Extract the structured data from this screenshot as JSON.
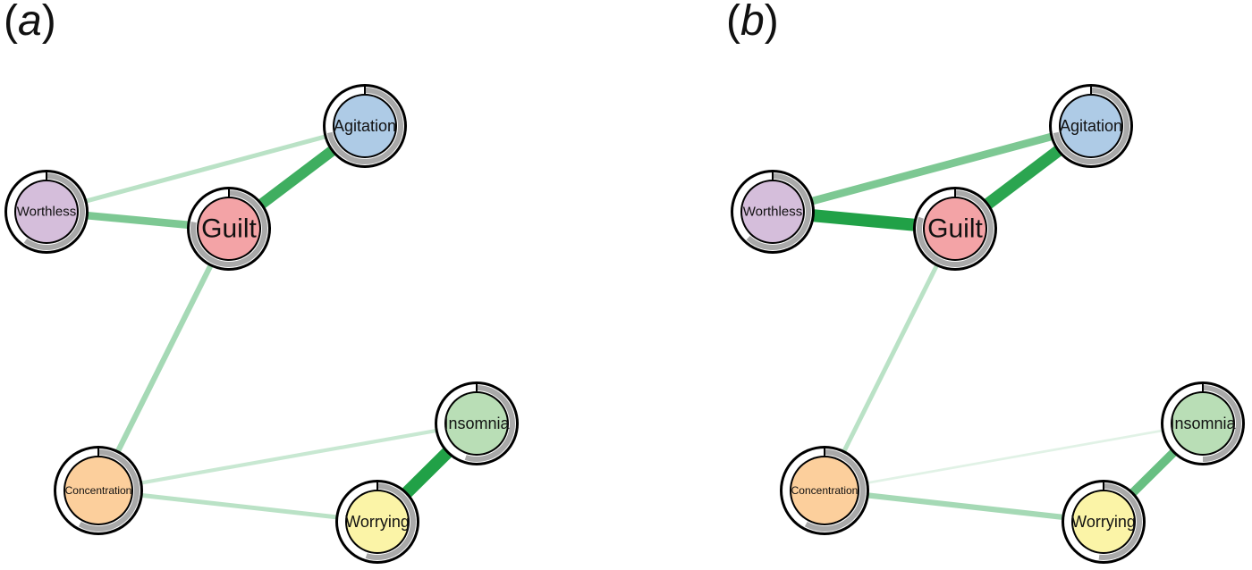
{
  "panels": [
    {
      "label_open": "(",
      "label_letter": "a",
      "label_close": ")",
      "nodes": [
        {
          "id": "agitation",
          "label": "Agitation",
          "color": "#aecbe6",
          "ring": 0.72
        },
        {
          "id": "worthless",
          "label": "Worthless",
          "color": "#d5bedb",
          "ring": 0.6
        },
        {
          "id": "guilt",
          "label": "Guilt",
          "color": "#f3a3a6",
          "ring": 0.78
        },
        {
          "id": "concentration",
          "label": "Concentration",
          "color": "#fccf9c",
          "ring": 0.58
        },
        {
          "id": "insomnia",
          "label": "Insomnia",
          "color": "#b9deb6",
          "ring": 0.55
        },
        {
          "id": "worrying",
          "label": "Worrying",
          "color": "#fbf4a7",
          "ring": 0.55
        }
      ],
      "edges": [
        {
          "from": "worthless",
          "to": "agitation",
          "weight": 0.25
        },
        {
          "from": "worthless",
          "to": "guilt",
          "weight": 0.55
        },
        {
          "from": "guilt",
          "to": "agitation",
          "weight": 0.85
        },
        {
          "from": "guilt",
          "to": "concentration",
          "weight": 0.35
        },
        {
          "from": "concentration",
          "to": "insomnia",
          "weight": 0.18
        },
        {
          "from": "concentration",
          "to": "worrying",
          "weight": 0.25
        },
        {
          "from": "worrying",
          "to": "insomnia",
          "weight": 1.0
        }
      ]
    },
    {
      "label_open": "(",
      "label_letter": "b",
      "label_close": ")",
      "nodes": [
        {
          "id": "agitation",
          "label": "Agitation",
          "color": "#aecbe6",
          "ring": 0.72
        },
        {
          "id": "worthless",
          "label": "Worthless",
          "color": "#d5bedb",
          "ring": 0.62
        },
        {
          "id": "guilt",
          "label": "Guilt",
          "color": "#f3a3a6",
          "ring": 0.8
        },
        {
          "id": "concentration",
          "label": "Concentration",
          "color": "#fccf9c",
          "ring": 0.58
        },
        {
          "id": "insomnia",
          "label": "Insomnia",
          "color": "#b9deb6",
          "ring": 0.5
        },
        {
          "id": "worrying",
          "label": "Worrying",
          "color": "#fbf4a7",
          "ring": 0.52
        }
      ],
      "edges": [
        {
          "from": "worthless",
          "to": "agitation",
          "weight": 0.55
        },
        {
          "from": "worthless",
          "to": "guilt",
          "weight": 1.0
        },
        {
          "from": "guilt",
          "to": "agitation",
          "weight": 0.95
        },
        {
          "from": "guilt",
          "to": "concentration",
          "weight": 0.25
        },
        {
          "from": "concentration",
          "to": "insomnia",
          "weight": 0.06
        },
        {
          "from": "concentration",
          "to": "worrying",
          "weight": 0.35
        },
        {
          "from": "worrying",
          "to": "insomnia",
          "weight": 0.65
        }
      ]
    }
  ]
}
